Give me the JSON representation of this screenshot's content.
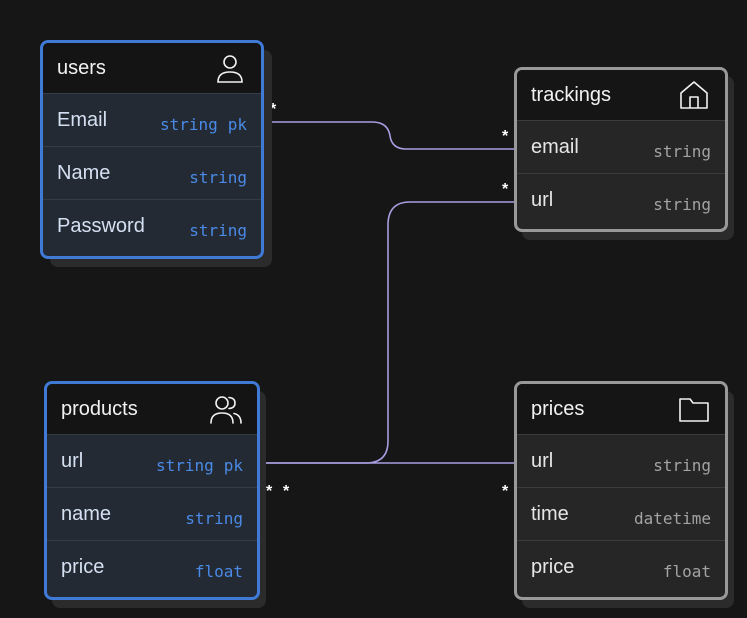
{
  "colors": {
    "background": "#161616",
    "blue_border": "#3f7ad6",
    "gray_border": "#999999",
    "connector": "#a89ee0"
  },
  "tables": {
    "users": {
      "title": "users",
      "icon": "user-icon",
      "rows": [
        {
          "name": "Email",
          "type": "string",
          "key": "pk"
        },
        {
          "name": "Name",
          "type": "string"
        },
        {
          "name": "Password",
          "type": "string"
        }
      ]
    },
    "trackings": {
      "title": "trackings",
      "icon": "home-icon",
      "rows": [
        {
          "name": "email",
          "type": "string"
        },
        {
          "name": "url",
          "type": "string"
        }
      ]
    },
    "products": {
      "title": "products",
      "icon": "users-icon",
      "rows": [
        {
          "name": "url",
          "type": "string",
          "key": "pk"
        },
        {
          "name": "name",
          "type": "string"
        },
        {
          "name": "price",
          "type": "float"
        }
      ]
    },
    "prices": {
      "title": "prices",
      "icon": "folder-icon",
      "rows": [
        {
          "name": "url",
          "type": "string"
        },
        {
          "name": "time",
          "type": "datetime"
        },
        {
          "name": "price",
          "type": "float"
        }
      ]
    }
  },
  "relations": [
    {
      "from": "users.Email",
      "to": "trackings.email",
      "from_cardinality": "*",
      "to_cardinality": "*"
    },
    {
      "from": "products.url",
      "to": "trackings.url",
      "from_cardinality": "*",
      "to_cardinality": "*"
    },
    {
      "from": "products.url",
      "to": "prices.url",
      "from_cardinality": "*",
      "to_cardinality": "*"
    }
  ]
}
